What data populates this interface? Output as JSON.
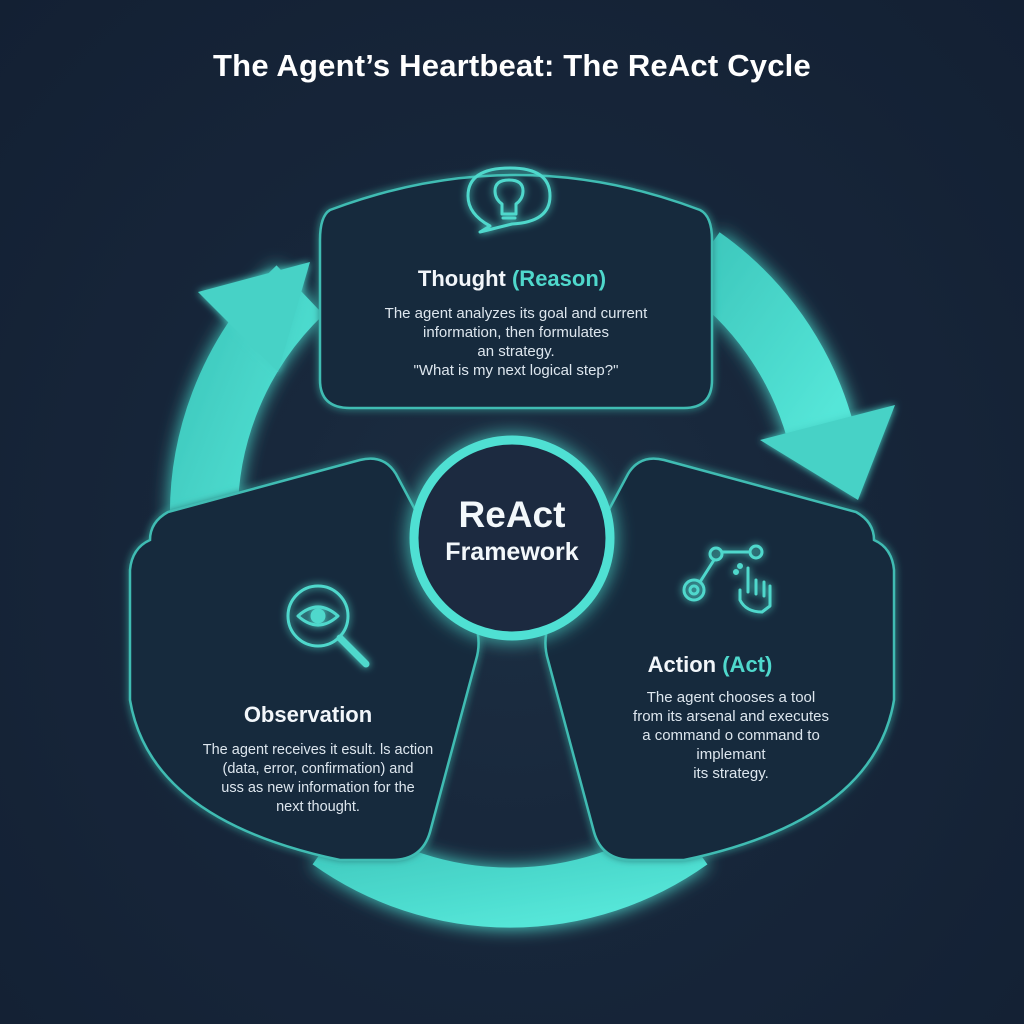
{
  "title": "The Agent’s Heartbeat: The ReAct Cycle",
  "center": {
    "line1": "ReAct",
    "line2": "Framework"
  },
  "thought": {
    "label_main": "Thought",
    "label_accent": "(Reason)",
    "lines": [
      "The agent analyzes its goal and current",
      "information, then formulates",
      "an strategy.",
      "\"What is my next logical step?\""
    ],
    "icon": "lightbulb-speech-icon"
  },
  "action": {
    "label_main": "Action",
    "label_accent": "(Act)",
    "lines": [
      "The agent chooses a tool",
      "from its arsenal and executes",
      "a command o command to",
      "implemant",
      "its strategy."
    ],
    "icon": "robot-arm-hand-icon"
  },
  "observation": {
    "label": "Observation",
    "lines": [
      "The agent receives it esult. ls action",
      "(data, error, confirmation) and",
      "uss as new information for the",
      "next thought."
    ],
    "icon": "eye-magnifier-icon"
  },
  "colors": {
    "background": "#17263a",
    "accent": "#4fd8cc",
    "card_fill": "#182a3c",
    "card_stroke": "#3fbcb3"
  }
}
